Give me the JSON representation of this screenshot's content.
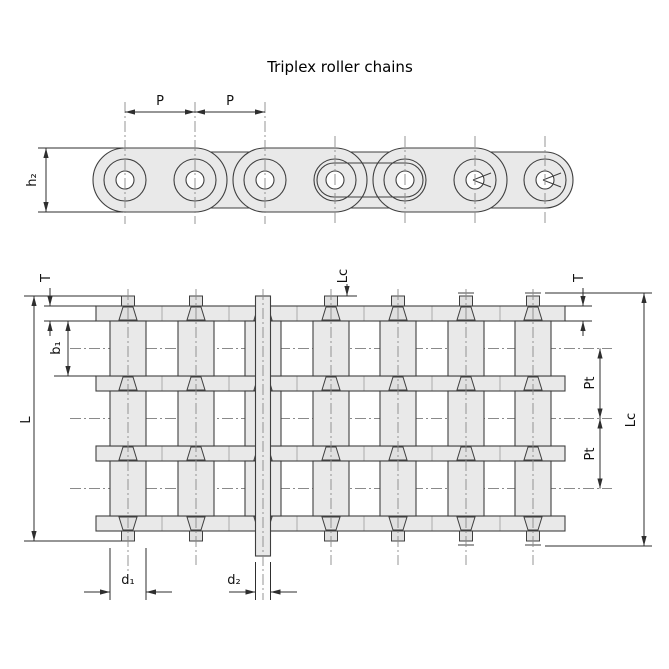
{
  "title": "Triplex roller chains",
  "colors": {
    "background": "#ffffff",
    "line": "#3f3f3f",
    "part_fill": "#e9e9e9"
  },
  "side_view": {
    "labels": {
      "pitch1": "P",
      "pitch2": "P",
      "plate_height": "h₂"
    }
  },
  "plan_view": {
    "labels": {
      "plate_thickness_left": "T",
      "connecting_pin_length_top": "Lc",
      "plate_thickness_right": "T",
      "inner_width": "b₁",
      "pin_length_overall": "L",
      "pin_length_cotter": "Lc",
      "transverse_pitch_upper": "Pt",
      "transverse_pitch_lower": "Pt",
      "roller_diameter": "d₁",
      "pin_diameter": "d₂"
    }
  }
}
